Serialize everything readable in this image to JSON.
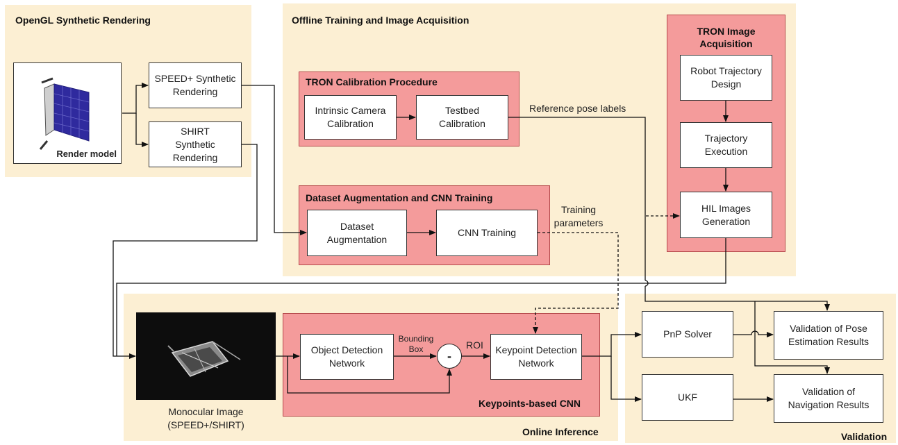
{
  "panels": {
    "opengl": "OpenGL Synthetic Rendering",
    "offline": "Offline Training and Image Acquisition",
    "online": "Online Inference",
    "validation": "Validation"
  },
  "groups": {
    "calibration": "TRON Calibration Procedure",
    "augmentation": "Dataset Augmentation and CNN Training",
    "acquisition": "TRON Image\nAcquisition",
    "cnn": "Keypoints-based CNN"
  },
  "boxes": {
    "speed_render": "SPEED+ Synthetic\nRendering",
    "shirt_render": "SHIRT\nSynthetic\nRendering",
    "intrinsic": "Intrinsic Camera\nCalibration",
    "testbed": "Testbed\nCalibration",
    "dataset_aug": "Dataset\nAugmentation",
    "cnn_training": "CNN Training",
    "robot_traj": "Robot Trajectory\nDesign",
    "traj_exec": "Trajectory\nExecution",
    "hil": "HIL Images\nGeneration",
    "object_det": "Object Detection\nNetwork",
    "keypoint_det": "Keypoint Detection\nNetwork",
    "pnp": "PnP Solver",
    "ukf": "UKF",
    "val_pose": "Validation of Pose\nEstimation Results",
    "val_nav": "Validation of\nNavigation Results"
  },
  "labels": {
    "render_model": "Render model",
    "monocular": "Monocular Image\n(SPEED+/SHIRT)",
    "reference_pose": "Reference pose labels",
    "training_params": "Training\nparameters",
    "bounding_box": "Bounding\nBox",
    "roi": "ROI",
    "minus": "-"
  },
  "colors": {
    "panel_bg": "#fcefd3",
    "group_bg": "#f49b9b",
    "group_border": "#b5484b",
    "solar_panel": "#2f2a9e"
  }
}
